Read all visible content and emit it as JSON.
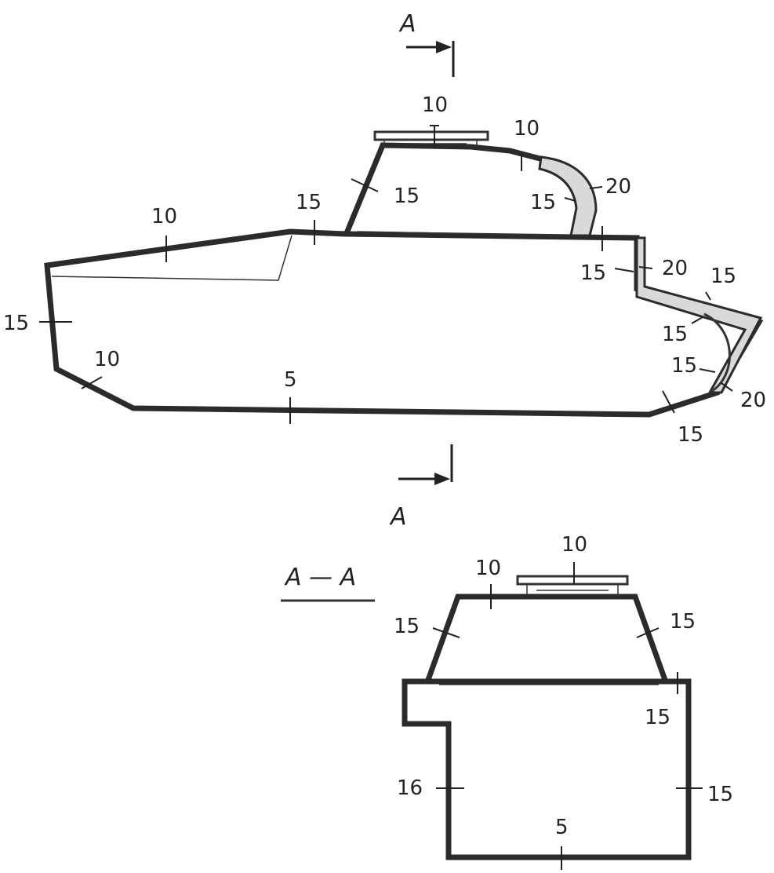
{
  "side_view": {
    "section_mark_top": "A",
    "section_mark_bottom": "A",
    "labels": [
      {
        "id": "turret-roof",
        "text": "10"
      },
      {
        "id": "turret-rear-roof",
        "text": "10"
      },
      {
        "id": "turret-front",
        "text": "15"
      },
      {
        "id": "turret-rear-inner",
        "text": "15"
      },
      {
        "id": "turret-rear-outer",
        "text": "20"
      },
      {
        "id": "hull-roof-front",
        "text": "10"
      },
      {
        "id": "hull-roof-mid",
        "text": "15"
      },
      {
        "id": "hull-rear-deck",
        "text": "15"
      },
      {
        "id": "hull-rear-wall",
        "text": "20"
      },
      {
        "id": "hull-rear-upper",
        "text": "15"
      },
      {
        "id": "hull-rear-curve",
        "text": "15"
      },
      {
        "id": "hull-rear-curve-lower",
        "text": "15"
      },
      {
        "id": "hull-rear-plate",
        "text": "20"
      },
      {
        "id": "hull-rear-bottom",
        "text": "15"
      },
      {
        "id": "hull-front",
        "text": "15"
      },
      {
        "id": "hull-front-lower",
        "text": "10"
      },
      {
        "id": "hull-bottom",
        "text": "5"
      }
    ]
  },
  "section_view": {
    "title": "A — A",
    "labels": [
      {
        "id": "sec-hatch",
        "text": "10"
      },
      {
        "id": "sec-roof",
        "text": "10"
      },
      {
        "id": "sec-turret-left",
        "text": "15"
      },
      {
        "id": "sec-turret-right",
        "text": "15"
      },
      {
        "id": "sec-hull-roof-right",
        "text": "15"
      },
      {
        "id": "sec-side-left",
        "text": "16"
      },
      {
        "id": "sec-side-right",
        "text": "15"
      },
      {
        "id": "sec-bottom",
        "text": "5"
      }
    ]
  }
}
